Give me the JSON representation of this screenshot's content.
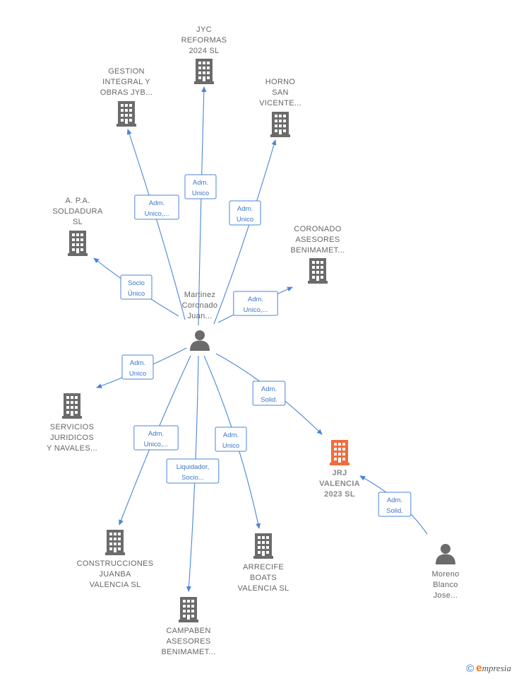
{
  "colors": {
    "company": "#6b6b6b",
    "focus_company": "#f26b3a",
    "person": "#6b6b6b",
    "edge": "#4a86d8"
  },
  "center": {
    "label": [
      "Martinez",
      "Coronado",
      "Juan..."
    ]
  },
  "nodes": [
    {
      "id": "jyc",
      "type": "company",
      "label": [
        "JYC",
        "REFORMAS",
        "2024  SL"
      ]
    },
    {
      "id": "gestion",
      "type": "company",
      "label": [
        "GESTION",
        "INTEGRAL Y",
        "OBRAS JYB..."
      ]
    },
    {
      "id": "horno",
      "type": "company",
      "label": [
        "HORNO",
        "SAN",
        "VICENTE..."
      ]
    },
    {
      "id": "apa",
      "type": "company",
      "label": [
        "A. P.A.",
        "SOLDADURA",
        "SL"
      ]
    },
    {
      "id": "coronado",
      "type": "company",
      "label": [
        "CORONADO",
        "ASESORES",
        "BENIMAMET..."
      ]
    },
    {
      "id": "servicios",
      "type": "company",
      "label": [
        "SERVICIOS",
        "JURIDICOS",
        "Y NAVALES..."
      ]
    },
    {
      "id": "jrj",
      "type": "company",
      "focus": true,
      "label": [
        "JRJ",
        "VALENCIA",
        "2023  SL"
      ]
    },
    {
      "id": "construcciones",
      "type": "company",
      "label": [
        "CONSTRUCCIONES",
        "JUANBA",
        "VALENCIA  SL"
      ]
    },
    {
      "id": "arrecife",
      "type": "company",
      "label": [
        "ARRECIFE",
        "BOATS",
        "VALENCIA  SL"
      ]
    },
    {
      "id": "campaben",
      "type": "company",
      "label": [
        "CAMPABEN",
        "ASESORES",
        "BENIMAMET..."
      ]
    },
    {
      "id": "moreno",
      "type": "person",
      "label": [
        "Moreno",
        "Blanco",
        "Jose..."
      ]
    }
  ],
  "edges": [
    {
      "to": "jyc",
      "label": [
        "Adm.",
        "Unico"
      ]
    },
    {
      "to": "gestion",
      "label": [
        "Adm.",
        "Unico,..."
      ]
    },
    {
      "to": "horno",
      "label": [
        "Adm.",
        "Unico"
      ]
    },
    {
      "to": "apa",
      "label": [
        "Socio",
        "Único"
      ]
    },
    {
      "to": "coronado",
      "label": [
        "Adm.",
        "Unico,..."
      ]
    },
    {
      "to": "servicios",
      "label": [
        "Adm.",
        "Unico"
      ]
    },
    {
      "to": "jrj",
      "label": [
        "Adm.",
        "Solid."
      ]
    },
    {
      "to": "construcciones",
      "label": [
        "Adm.",
        "Unico,..."
      ]
    },
    {
      "to": "arrecife",
      "label": [
        "Adm.",
        "Unico"
      ]
    },
    {
      "to": "campaben",
      "label": [
        "Liquidador,",
        "Socio..."
      ]
    },
    {
      "from": "moreno",
      "to": "jrj",
      "label": [
        "Adm.",
        "Solid."
      ]
    }
  ],
  "footer": {
    "copyright": "©",
    "brand_initial": "e",
    "brand_rest": "mpresia"
  }
}
